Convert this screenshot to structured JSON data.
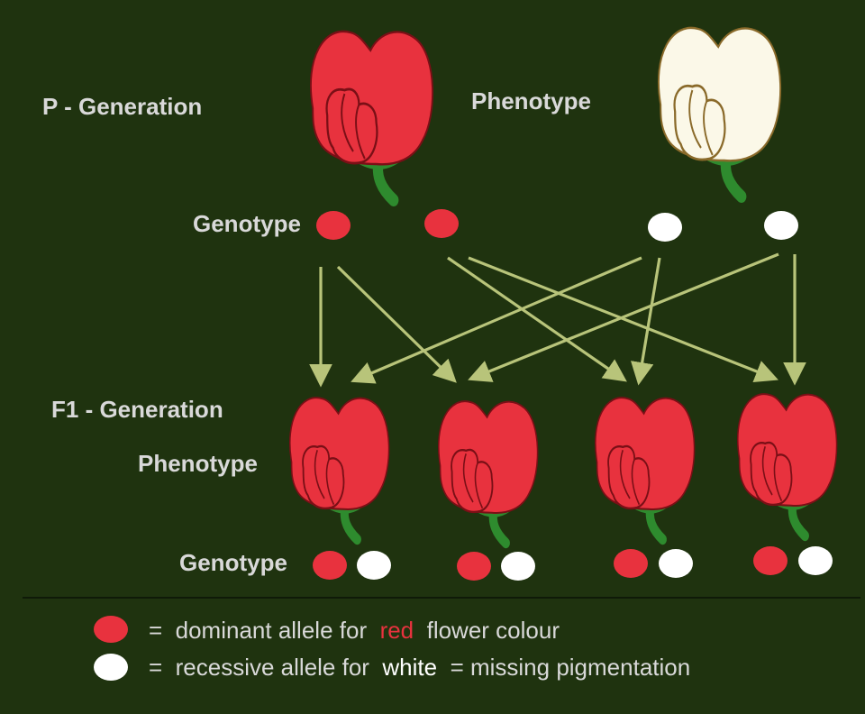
{
  "labels": {
    "p_generation": "P - Generation",
    "p_phenotype": "Phenotype",
    "p_genotype": "Genotype",
    "f1_generation": "F1 - Generation",
    "f1_phenotype": "Phenotype",
    "f1_genotype": "Genotype"
  },
  "legend": {
    "dominant": {
      "eq": "=",
      "prefix": "dominant allele for",
      "word": "red",
      "suffix": "flower colour"
    },
    "recessive": {
      "eq": "=",
      "prefix": "recessive allele for",
      "word": "white",
      "suffix": "= missing pigmentation"
    }
  },
  "colors": {
    "background": "#1f330f",
    "dominant_red": "#e8323e",
    "recessive_white": "#ffffff",
    "white_flower_fill": "#fbf8e8",
    "white_flower_outline": "#8a6a2a",
    "arrow": "#b8c47a",
    "stem": "#2e8b2e",
    "text": "#d9d9d9"
  },
  "parents": [
    {
      "name": "red-parent",
      "phenotype": "red",
      "alleles": [
        "dominant",
        "dominant"
      ]
    },
    {
      "name": "white-parent",
      "phenotype": "white",
      "alleles": [
        "recessive",
        "recessive"
      ]
    }
  ],
  "offspring": [
    {
      "phenotype": "red",
      "alleles": [
        "dominant",
        "recessive"
      ]
    },
    {
      "phenotype": "red",
      "alleles": [
        "dominant",
        "recessive"
      ]
    },
    {
      "phenotype": "red",
      "alleles": [
        "dominant",
        "recessive"
      ]
    },
    {
      "phenotype": "red",
      "alleles": [
        "dominant",
        "recessive"
      ]
    }
  ]
}
